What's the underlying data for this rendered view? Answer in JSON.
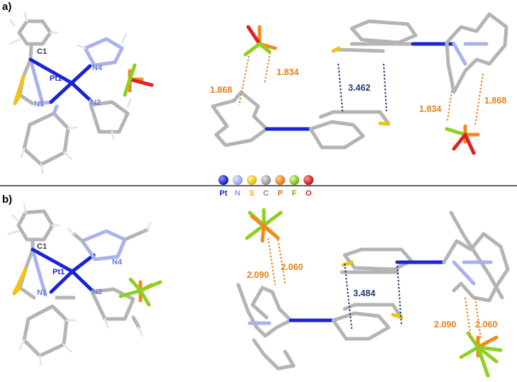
{
  "panels": [
    {
      "label": "a)",
      "atom_labels": {
        "c1": "C1",
        "pt1": "Pt1",
        "n1": "N1",
        "n2": "N2",
        "n4": "N4"
      },
      "h_bond_labels": {
        "top_left": "1.868",
        "top_right": "1.834",
        "bottom_left": "1.834",
        "bottom_right": "1.868"
      },
      "pi_stack_label": "3.462"
    },
    {
      "label": "b)",
      "atom_labels": {
        "c1": "C1",
        "pt1": "Pt1",
        "n1": "N1",
        "n2": "N2",
        "n4": "N4"
      },
      "h_bond_labels": {
        "top_left": "2.090",
        "top_right": "2.060",
        "bottom_left": "2.090",
        "bottom_right": "2.060"
      },
      "pi_stack_label": "3.484"
    }
  ],
  "legend": [
    {
      "symbol": "Pt",
      "color": "#1a23d6"
    },
    {
      "symbol": "N",
      "color": "#a9b1ee"
    },
    {
      "symbol": "S",
      "color": "#f1c40f"
    },
    {
      "symbol": "C",
      "color": "#a9a9a9"
    },
    {
      "symbol": "P",
      "color": "#f08a1c"
    },
    {
      "symbol": "F",
      "color": "#8ed020"
    },
    {
      "symbol": "O",
      "color": "#e02020"
    }
  ],
  "colors": {
    "h_bond_text": "#e7801e",
    "pi_text": "#1f3b6b",
    "atom_text": "#1a23d6"
  }
}
